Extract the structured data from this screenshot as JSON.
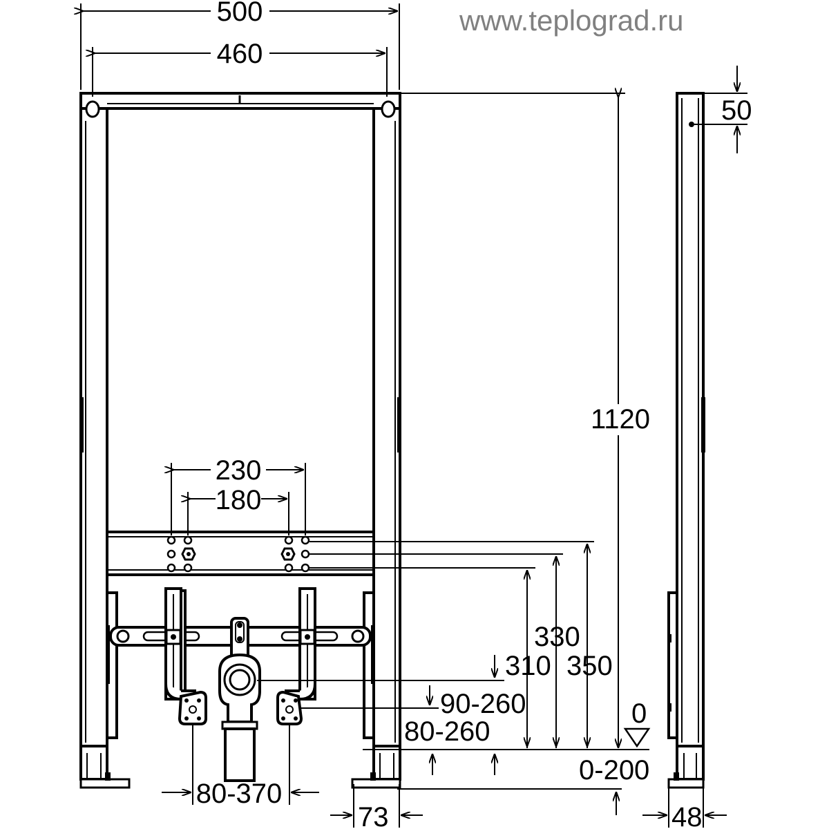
{
  "watermark": "www.teplograd.ru",
  "dimensions": {
    "frame_width_outer": "500",
    "frame_width_inner": "460",
    "total_height": "1120",
    "top_offset": "50",
    "supply_spacing_outer": "230",
    "supply_spacing_inner": "180",
    "height_330": "330",
    "height_310": "310",
    "height_350": "350",
    "drain_height_range": "90-260",
    "drain_range_alt": "80-260",
    "floor_level": "0",
    "foot_adjust": "0-200",
    "foot_spacing": "80-370",
    "foot_depth": "73",
    "frame_depth": "48"
  },
  "colors": {
    "line": "#000000",
    "watermark": "#808080",
    "background": "#ffffff"
  }
}
